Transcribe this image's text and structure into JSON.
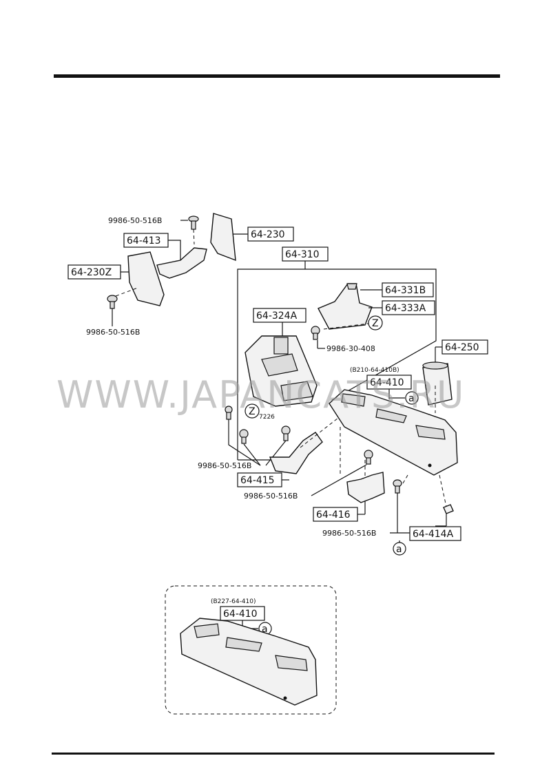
{
  "parts": {
    "p_64_230": "64-230",
    "p_64_413": "64-413",
    "p_64_230z": "64-230Z",
    "p_64_310": "64-310",
    "p_64_331b": "64-331B",
    "p_64_333a": "64-333A",
    "p_64_324a": "64-324A",
    "p_64_250": "64-250",
    "p_64_410": "64-410",
    "p_64_415": "64-415",
    "p_64_416": "64-416",
    "p_64_414a": "64-414A",
    "p_64_410_alt": "64-410"
  },
  "bolts": {
    "b_top": "9986-50-516B",
    "b_left": "9986-50-516B",
    "b_shift": "9986-30-408",
    "b_mid": "9986-50-516B",
    "b_415": "9986-50-516B",
    "b_416": "9986-50-516B"
  },
  "refs": {
    "console_code_main": "(B210-64-410B)",
    "console_code_alt": "(B227-64-410)",
    "callout_a": "a",
    "callout_z": "Z",
    "small_code": "7226"
  },
  "watermark": "WWW.JAPANCATS.RU"
}
